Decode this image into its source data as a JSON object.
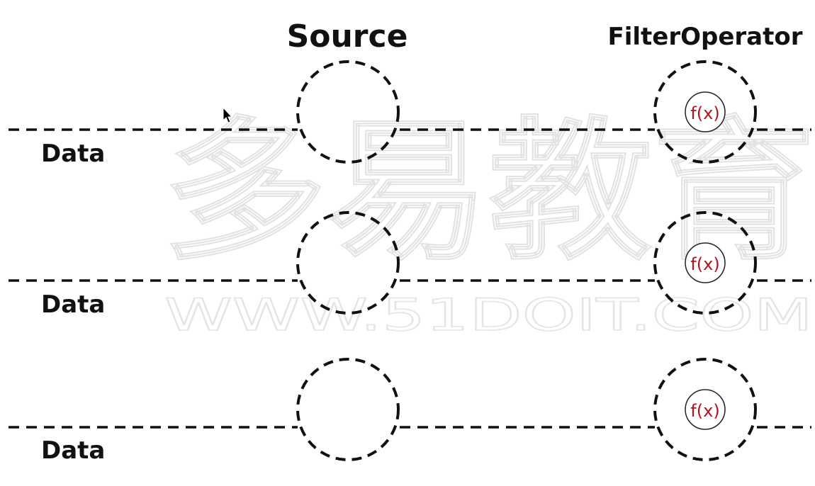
{
  "titles": {
    "source": "Source",
    "filter": "FilterOperator"
  },
  "rows": [
    {
      "label": "Data",
      "function_label": "f(x)"
    },
    {
      "label": "Data",
      "function_label": "f(x)"
    },
    {
      "label": "Data",
      "function_label": "f(x)"
    }
  ],
  "watermark": {
    "logo_text": "多易教育",
    "url_text": "WWW.51DOIT.COM"
  },
  "colors": {
    "line": "#111111",
    "function_text": "#b0141c",
    "watermark_outline": "#e2e2e2"
  },
  "icons": {
    "cursor": "mouse-pointer-icon"
  }
}
